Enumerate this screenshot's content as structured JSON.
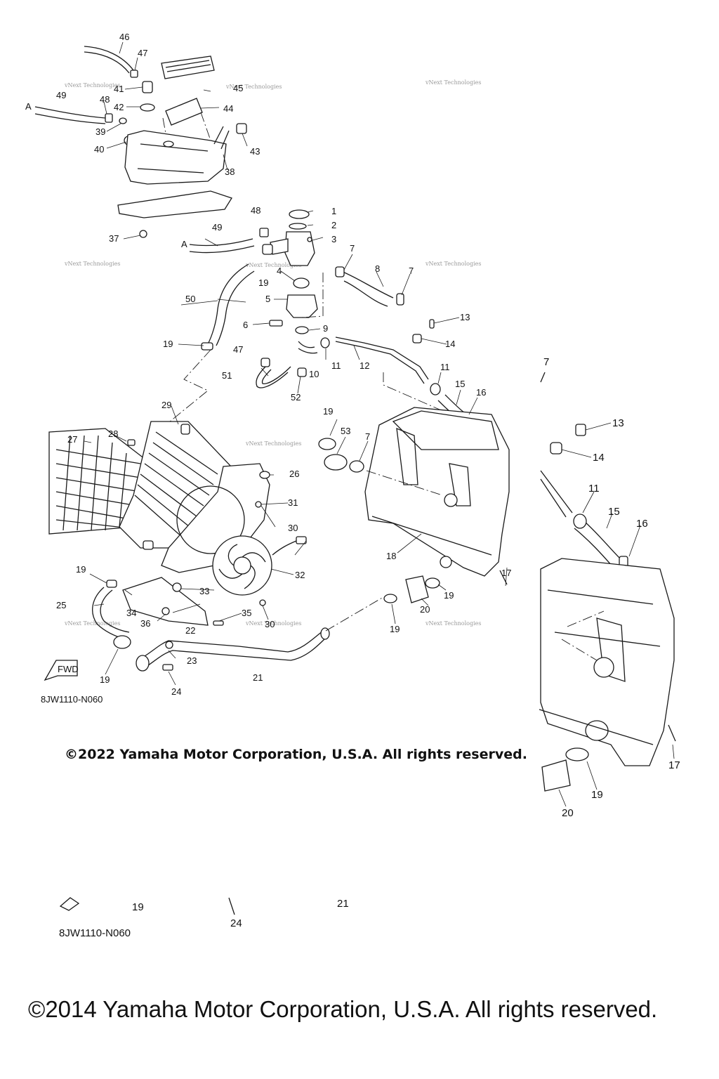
{
  "diagram": {
    "labels_main": [
      "1",
      "2",
      "3",
      "4",
      "5",
      "6",
      "7",
      "7",
      "7",
      "8",
      "9",
      "10",
      "11",
      "11",
      "12",
      "13",
      "14",
      "15",
      "16",
      "17",
      "18",
      "19",
      "19",
      "19",
      "19",
      "19",
      "19",
      "19",
      "20",
      "21",
      "22",
      "23",
      "24",
      "25",
      "26",
      "27",
      "28",
      "29",
      "30",
      "30",
      "31",
      "32",
      "33",
      "34",
      "35",
      "36",
      "37",
      "38",
      "39",
      "40",
      "41",
      "42",
      "43",
      "44",
      "45",
      "46",
      "47",
      "47",
      "48",
      "48",
      "49",
      "49",
      "50",
      "51",
      "52",
      "53"
    ],
    "labels_zoom": [
      "7",
      "13",
      "14",
      "11",
      "15",
      "16",
      "17",
      "19",
      "20"
    ],
    "labels_ghost": [
      "19",
      "24",
      "21"
    ],
    "connector_labels": [
      "A",
      "A"
    ],
    "fwd_label": "FWD",
    "watermark": "vNext Technologies",
    "drawing_code": "8JW1110-N060",
    "drawing_code_ghost": "8JW1110-N060",
    "copyright_2022": "©2022 Yamaha Motor Corporation, U.S.A. All rights reserved.",
    "copyright_2014": "©2014 Yamaha Motor Corporation, U.S.A. All rights reserved."
  }
}
